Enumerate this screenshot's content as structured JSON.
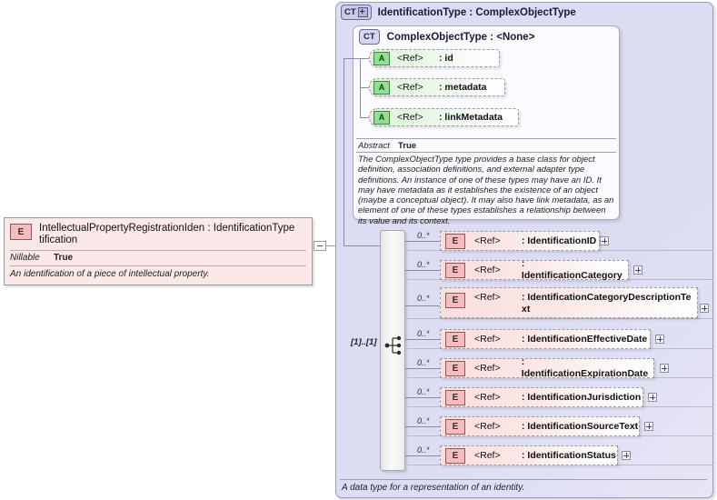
{
  "left_element": {
    "badge": "E",
    "title": "IntellectualPropertyRegistrationIden : IdentificationType",
    "title_line2": "tification",
    "property_key": "Nillable",
    "property_value": "True",
    "description": "An identification of a piece of intellectual property."
  },
  "panel": {
    "badge": "CT",
    "title": "IdentificationType : ComplexObjectType",
    "footer": "A data type for a representation of an identity."
  },
  "complex_object_type": {
    "badge": "CT",
    "title": "ComplexObjectType : <None>",
    "attributes": [
      {
        "badge": "A",
        "ref": "<Ref>",
        "name": ": id"
      },
      {
        "badge": "A",
        "ref": "<Ref>",
        "name": ": metadata"
      },
      {
        "badge": "A",
        "ref": "<Ref>",
        "name": ": linkMetadata"
      }
    ],
    "abstract_key": "Abstract",
    "abstract_value": "True",
    "abstract_description": "The ComplexObjectType type provides a base class for object definition, association definitions, and external adapter type definitions. An instance of one of these types may have an ID. It may have metadata as it establishes the existence of an object (maybe a conceptual object). It may also have link metadata, as an element of one of these types establishes a relationship between its value and its context."
  },
  "sequence": {
    "cardinality": "[1]..[1]"
  },
  "elements": [
    {
      "cardinality": "0..*",
      "badge": "E",
      "ref": "<Ref>",
      "name": ": IdentificationID"
    },
    {
      "cardinality": "0..*",
      "badge": "E",
      "ref": "<Ref>",
      "name": ": IdentificationCategory"
    },
    {
      "cardinality": "0..*",
      "badge": "E",
      "ref": "<Ref>",
      "name": ": IdentificationCategoryDescriptionTe",
      "name_line2": "xt"
    },
    {
      "cardinality": "0..*",
      "badge": "E",
      "ref": "<Ref>",
      "name": ": IdentificationEffectiveDate"
    },
    {
      "cardinality": "0..*",
      "badge": "E",
      "ref": "<Ref>",
      "name": ": IdentificationExpirationDate"
    },
    {
      "cardinality": "0..*",
      "badge": "E",
      "ref": "<Ref>",
      "name": ": IdentificationJurisdiction"
    },
    {
      "cardinality": "0..*",
      "badge": "E",
      "ref": "<Ref>",
      "name": ": IdentificationSourceText"
    },
    {
      "cardinality": "0..*",
      "badge": "E",
      "ref": "<Ref>",
      "name": ": IdentificationStatus"
    }
  ],
  "colors": {
    "panel_bg": "#dcdcf2",
    "element_pink": "#f9dede",
    "attribute_green": "#dff2dc",
    "badge_blue": "#c9c9ea"
  }
}
